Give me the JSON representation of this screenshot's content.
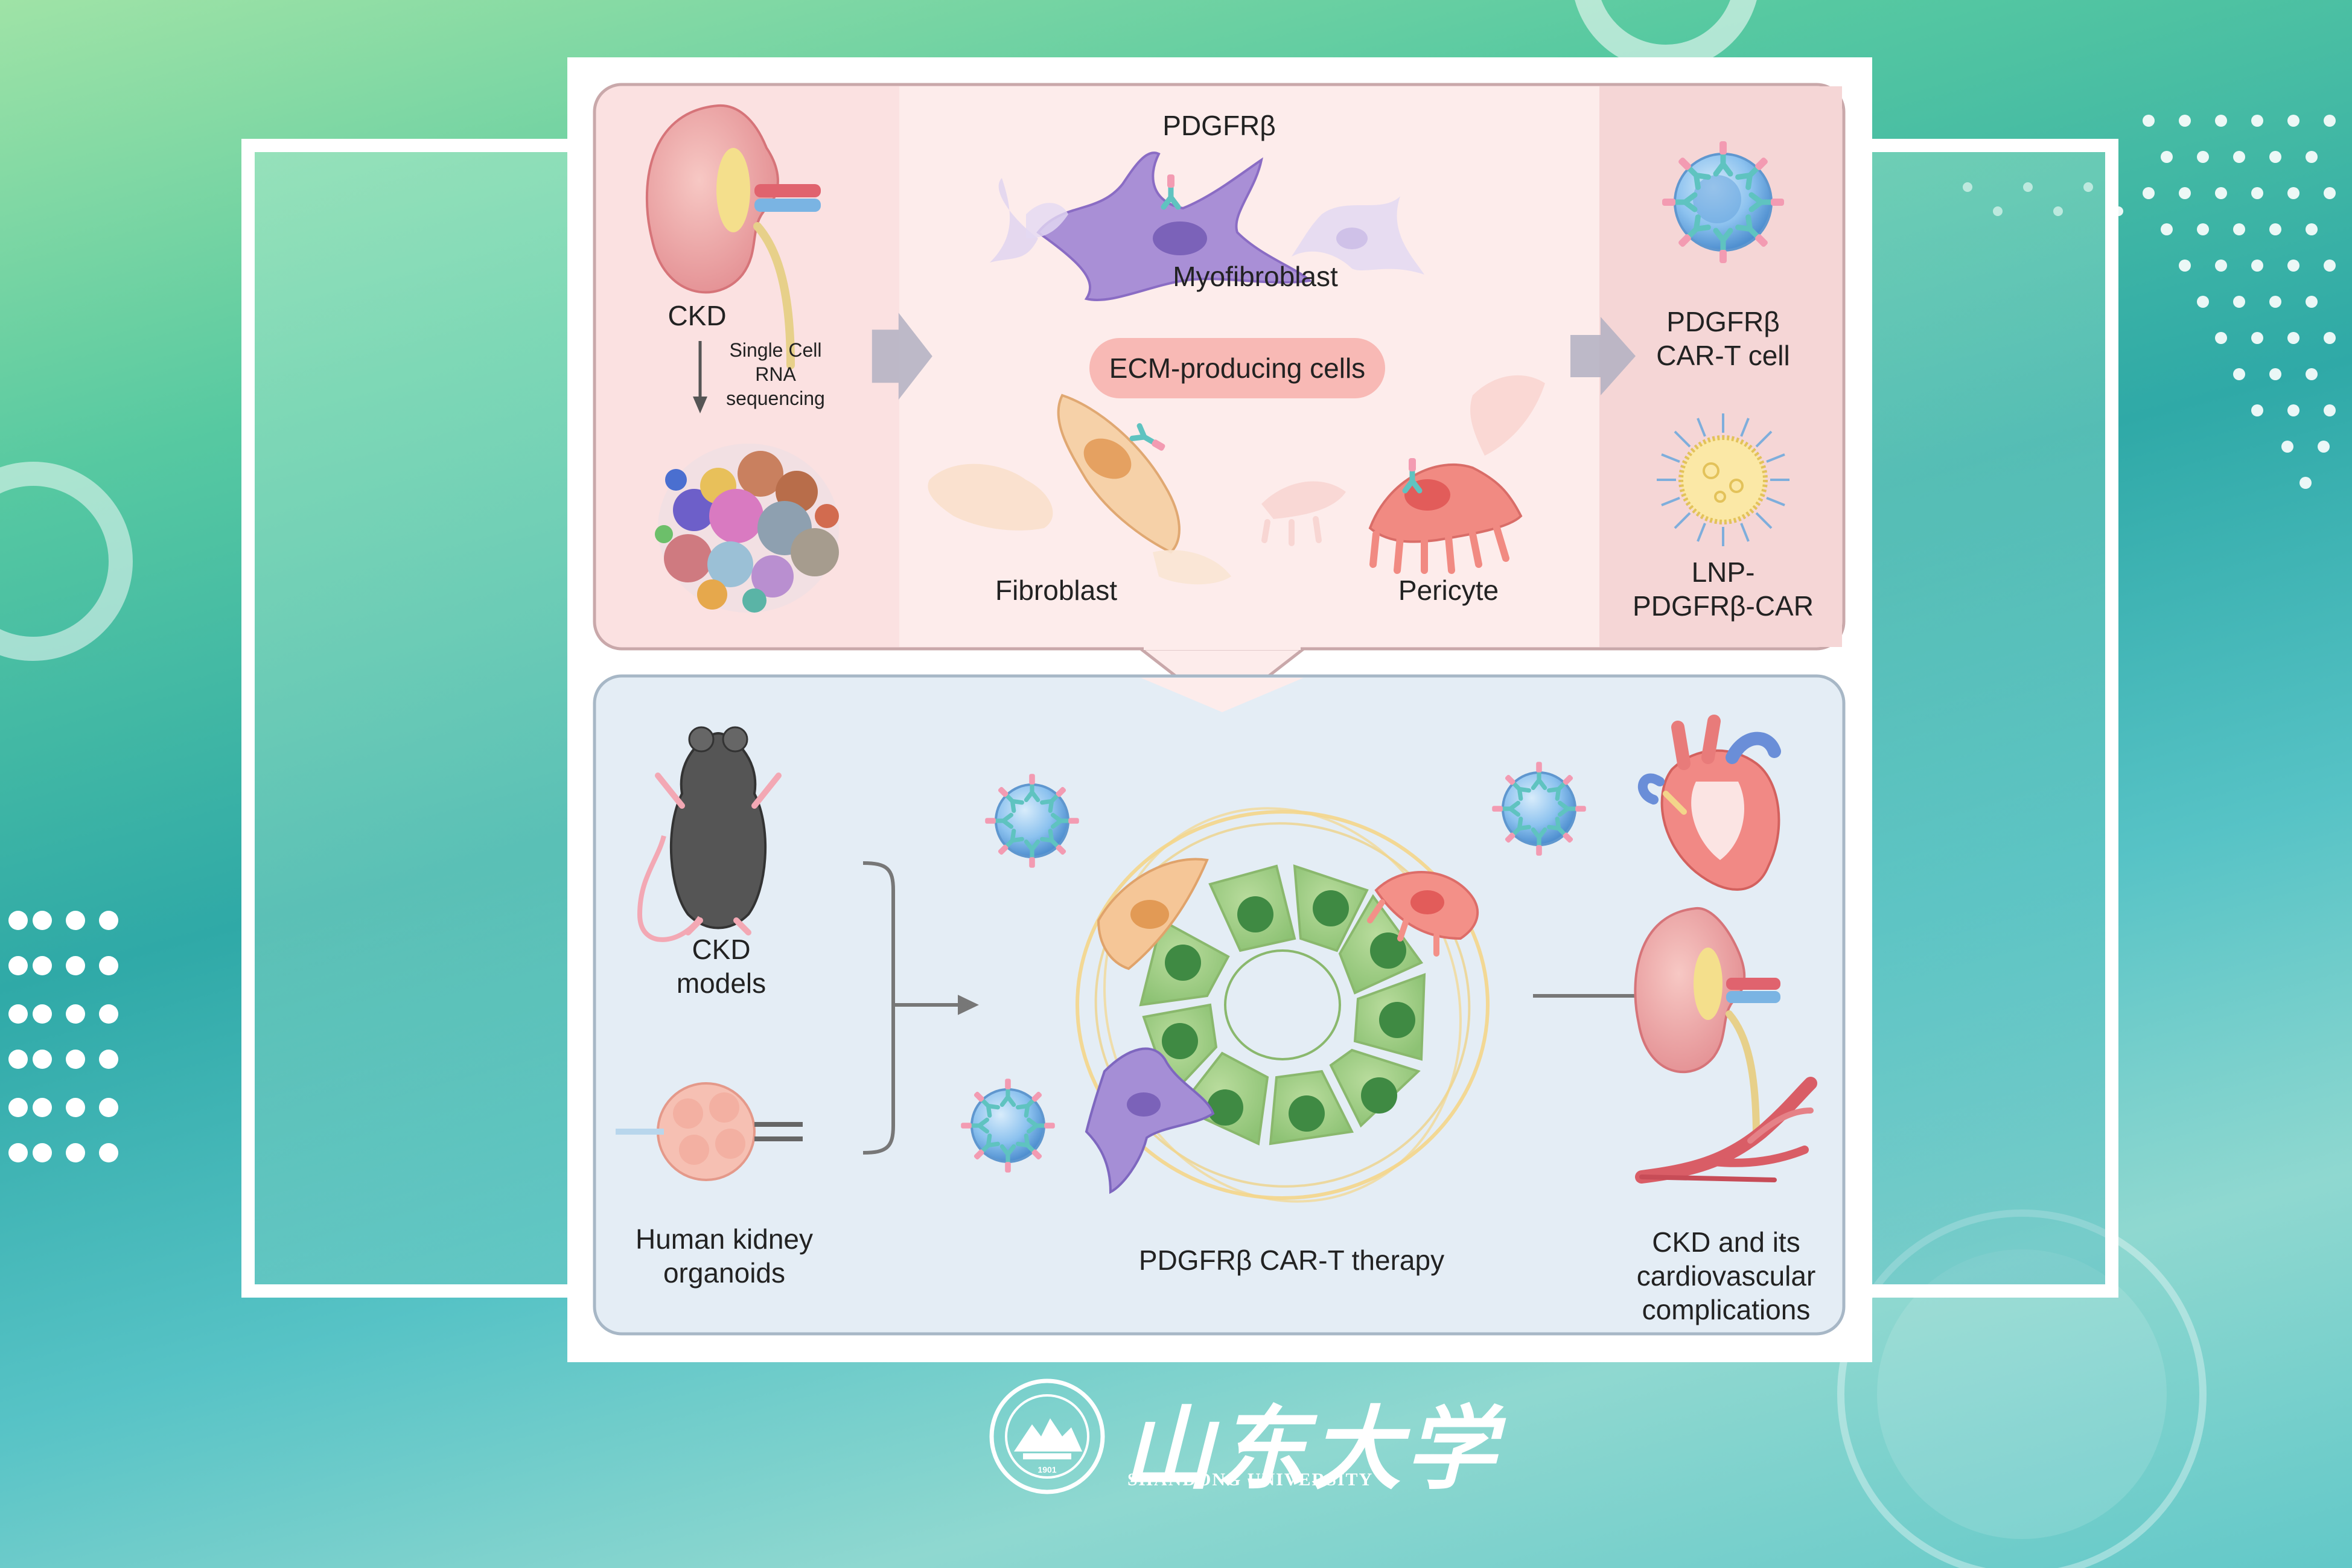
{
  "colors": {
    "top_panel_bg": "#fbe3e3",
    "top_panel_mid": "#fdebea",
    "bottom_panel_bg": "#e5eef5",
    "panel_border": "#c7a2a5",
    "ecm_badge_bg": "#f7b7b4",
    "arrow_gray": "#a9a9ba",
    "text": "#222222"
  },
  "icons": {
    "kidney": "kidney-icon",
    "umap": "umap-cluster-icon",
    "myofibroblast": "myofibroblast-icon",
    "fibroblast": "fibroblast-icon",
    "pericyte": "pericyte-icon",
    "car_t": "car-t-cell-icon",
    "lnp": "lipid-nanoparticle-icon",
    "mouse": "mouse-icon",
    "organoid": "organoid-icon",
    "tubule": "kidney-tubule-icon",
    "heart": "heart-icon",
    "vessel": "blood-vessel-icon",
    "logo": "shandong-university-seal-icon"
  },
  "top_panel": {
    "ckd": "CKD",
    "scrna": "Single Cell\nRNA\nsequencing",
    "pdgfrb": "PDGFRβ",
    "myofibroblast": "Myofibroblast",
    "ecm": "ECM-producing cells",
    "fibroblast": "Fibroblast",
    "pericyte": "Pericyte",
    "car_t": "PDGFRβ\nCAR-T cell",
    "lnp": "LNP-\nPDGFRβ-CAR"
  },
  "bottom_panel": {
    "ckd_models": "CKD\nmodels",
    "organoids": "Human kidney\norganoids",
    "therapy": "PDGFRβ CAR-T therapy",
    "outcome": "CKD and its\ncardiovascular\ncomplications"
  },
  "logo": {
    "cn": "山东大学",
    "en": "SHANDONG UNIVERSITY",
    "year": "1901"
  }
}
